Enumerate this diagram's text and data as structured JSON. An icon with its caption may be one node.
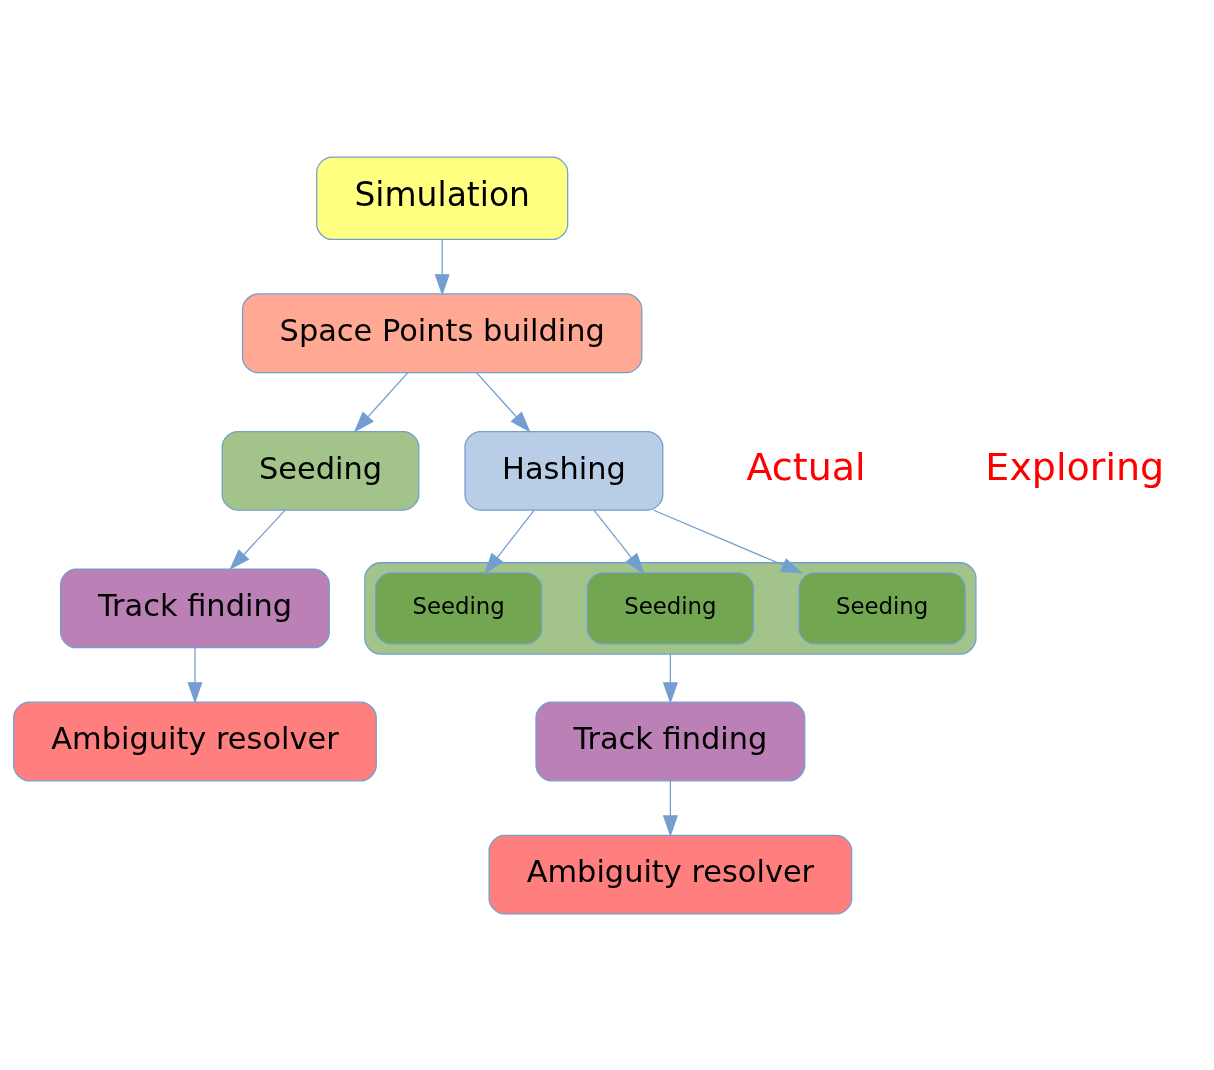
{
  "diagram": {
    "nodes": [
      {
        "text": [
          "Simulation"
        ]
      },
      {
        "text": [
          "Space Points building"
        ]
      },
      {
        "text": [
          "Seeding"
        ]
      },
      {
        "text": [
          "Track finding"
        ]
      },
      {
        "text": [
          "Ambiguity resolver"
        ]
      },
      {
        "text": [
          "Hashing"
        ]
      },
      {
        "text": [],
        "shape": "box"
      },
      {
        "text": [
          "Seeding"
        ],
        "in": 6
      },
      {
        "text": [
          "Seeding"
        ],
        "in": 6
      },
      {
        "text": [
          "Seeding"
        ],
        "in": 6
      },
      {
        "text": [
          "Track finding"
        ]
      },
      {
        "text": [
          "Ambiguity resolver"
        ]
      }
    ],
    "edges": [
      {
        "from": 0,
        "to": 1,
        "arrow": "to"
      },
      {
        "from": 1,
        "to": 2,
        "arrow": "to"
      },
      {
        "from": 2,
        "to": 3,
        "arrow": "to"
      },
      {
        "from": 3,
        "to": 4,
        "arrow": "to"
      },
      {
        "from": 1,
        "to": 5,
        "arrow": "to"
      },
      {
        "from": 5,
        "to": 7,
        "arrow": "to"
      },
      {
        "from": 5,
        "to": 8,
        "arrow": "to"
      },
      {
        "from": 5,
        "to": 9,
        "arrow": "to"
      },
      {
        "from": 6,
        "to": 10,
        "arrow": "to"
      },
      {
        "from": 10,
        "to": 11,
        "arrow": "to"
      }
    ],
    "labels": [
      "Actual",
      "Exploring"
    ]
  }
}
